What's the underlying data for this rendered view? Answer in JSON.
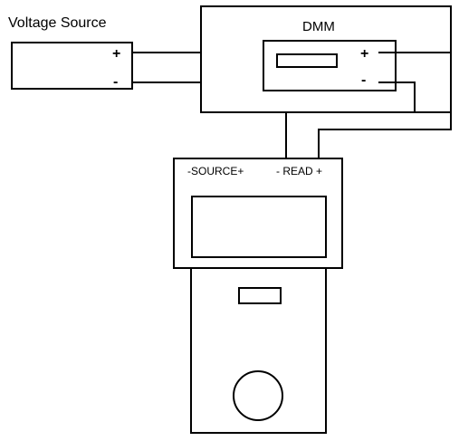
{
  "colors": {
    "stroke": "#000000",
    "background": "#ffffff"
  },
  "voltage_source": {
    "label": "Voltage Source",
    "plus": "+",
    "minus": "-"
  },
  "dmm": {
    "label": "DMM",
    "plus": "+",
    "minus": "-"
  },
  "calibrator": {
    "source_label": "-SOURCE+",
    "read_label": "- READ +"
  }
}
